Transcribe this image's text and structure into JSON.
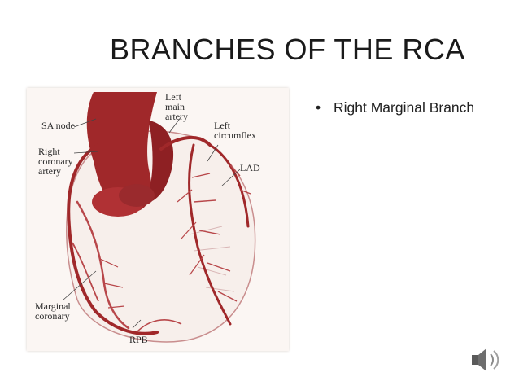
{
  "slide": {
    "title": "BRANCHES OF THE RCA",
    "bullets": [
      "Right Marginal Branch"
    ]
  },
  "figure": {
    "labels": {
      "sa_node": "SA node",
      "right_coronary": [
        "Right",
        "coronary",
        "artery"
      ],
      "left_main": [
        "Left",
        "main",
        "artery"
      ],
      "left_circumflex": [
        "Left",
        "circumflex"
      ],
      "lad": "LAD",
      "marginal": [
        "Marginal",
        "coronary"
      ],
      "rpb": "RPB"
    }
  },
  "icons": {
    "audio": "speaker-icon"
  },
  "colors": {
    "artery": "#a0282a",
    "vessel": "#b8474a",
    "heart_fill": "#f7efeb",
    "heart_outline": "#c98e8e"
  }
}
